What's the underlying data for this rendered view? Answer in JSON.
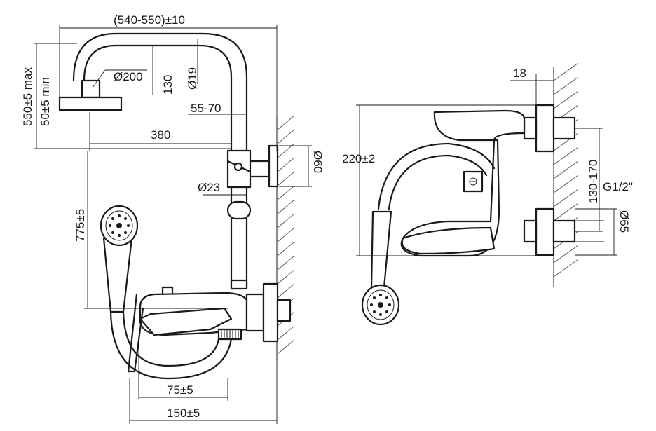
{
  "labels": {
    "overall_width": "(540-550)±10",
    "head_diameter": "Ø200",
    "riser_offset": "130",
    "tube_diameter": "Ø19",
    "column_height": "550±5 max",
    "column_min": "50±5 min",
    "wall_offset": "55-70",
    "arm_length": "380",
    "holder_diameter": "Ø60",
    "pipe_diameter": "Ø23",
    "slide_height": "775±5",
    "spout_length": "75±5",
    "body_width": "150±5",
    "side_wall_depth": "18",
    "side_height": "220±2",
    "inlet_spacing": "130-170",
    "thread": "G1/2\"",
    "flange_diameter": "Ø65"
  }
}
